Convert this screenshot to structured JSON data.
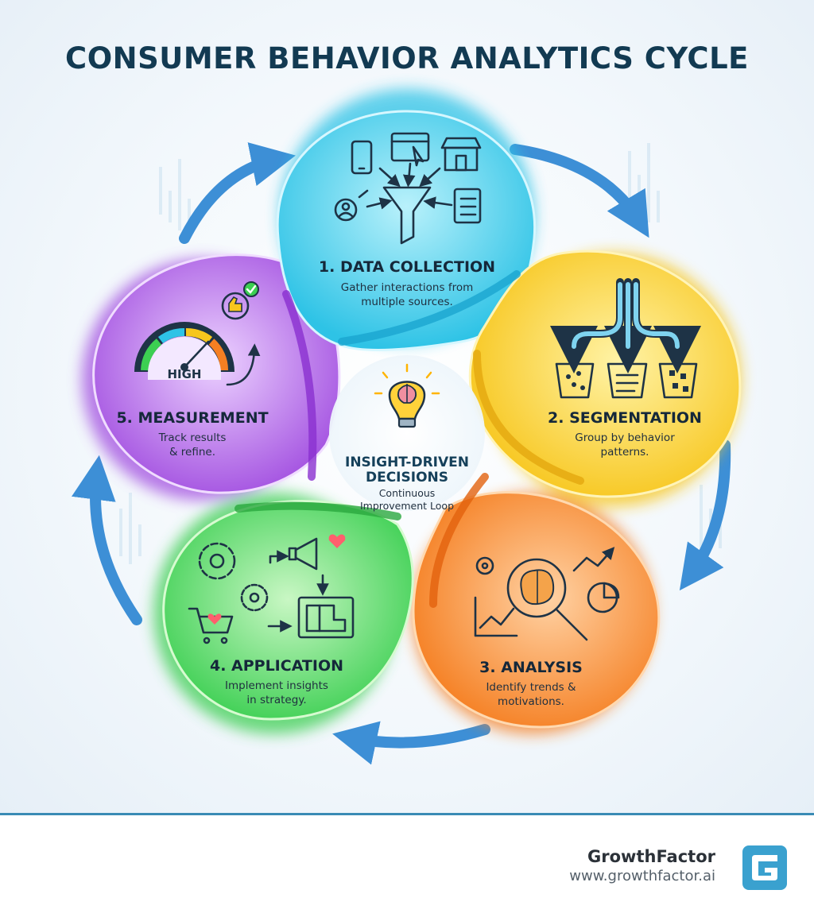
{
  "title": "CONSUMER BEHAVIOR ANALYTICS CYCLE",
  "steps": [
    {
      "title": "1. DATA COLLECTION",
      "desc": [
        "Gather interactions from",
        "multiple sources."
      ],
      "color": "#2ec3e6"
    },
    {
      "title": "2. SEGMENTATION",
      "desc": [
        "Group by behavior",
        "patterns."
      ],
      "color": "#f7c61d"
    },
    {
      "title": "3. ANALYSIS",
      "desc": [
        "Identify trends &",
        "motivations."
      ],
      "color": "#f57f22"
    },
    {
      "title": "4. APPLICATION",
      "desc": [
        "Implement insights",
        "in strategy."
      ],
      "color": "#3ccf52"
    },
    {
      "title": "5. MEASUREMENT",
      "desc": [
        "Track results",
        "& refine."
      ],
      "color": "#a24fe0"
    }
  ],
  "center": {
    "title": [
      "INSIGHT-DRIVEN",
      "DECISIONS"
    ],
    "subtitle": [
      "Continuous",
      "Improvement Loop"
    ]
  },
  "gauge_label": "HIGH",
  "footer": {
    "brand": "GrowthFactor",
    "url": "www.growthfactor.ai"
  },
  "icons": {
    "data_collection": [
      "mobile-phone-icon",
      "browser-cursor-icon",
      "storefront-icon",
      "person-icon",
      "funnel-icon",
      "clipboard-checklist-icon"
    ],
    "segmentation": [
      "branching-arrows-icon",
      "bucket-icon"
    ],
    "analysis": [
      "gear-icon",
      "brain-magnifier-icon",
      "line-chart-icon",
      "pie-chart-icon"
    ],
    "application": [
      "gears-icon",
      "megaphone-icon",
      "shopping-cart-icon",
      "blueprint-icon",
      "heart-icon"
    ],
    "measurement": [
      "gauge-icon",
      "thumbs-up-icon",
      "check-icon"
    ],
    "center": [
      "lightbulb-brain-icon"
    ]
  },
  "colors": {
    "outer_arrows": "#3d8fd6",
    "title": "#123a52",
    "footer_rule": "#3a8bb5",
    "logo": "#3aa1cf"
  }
}
